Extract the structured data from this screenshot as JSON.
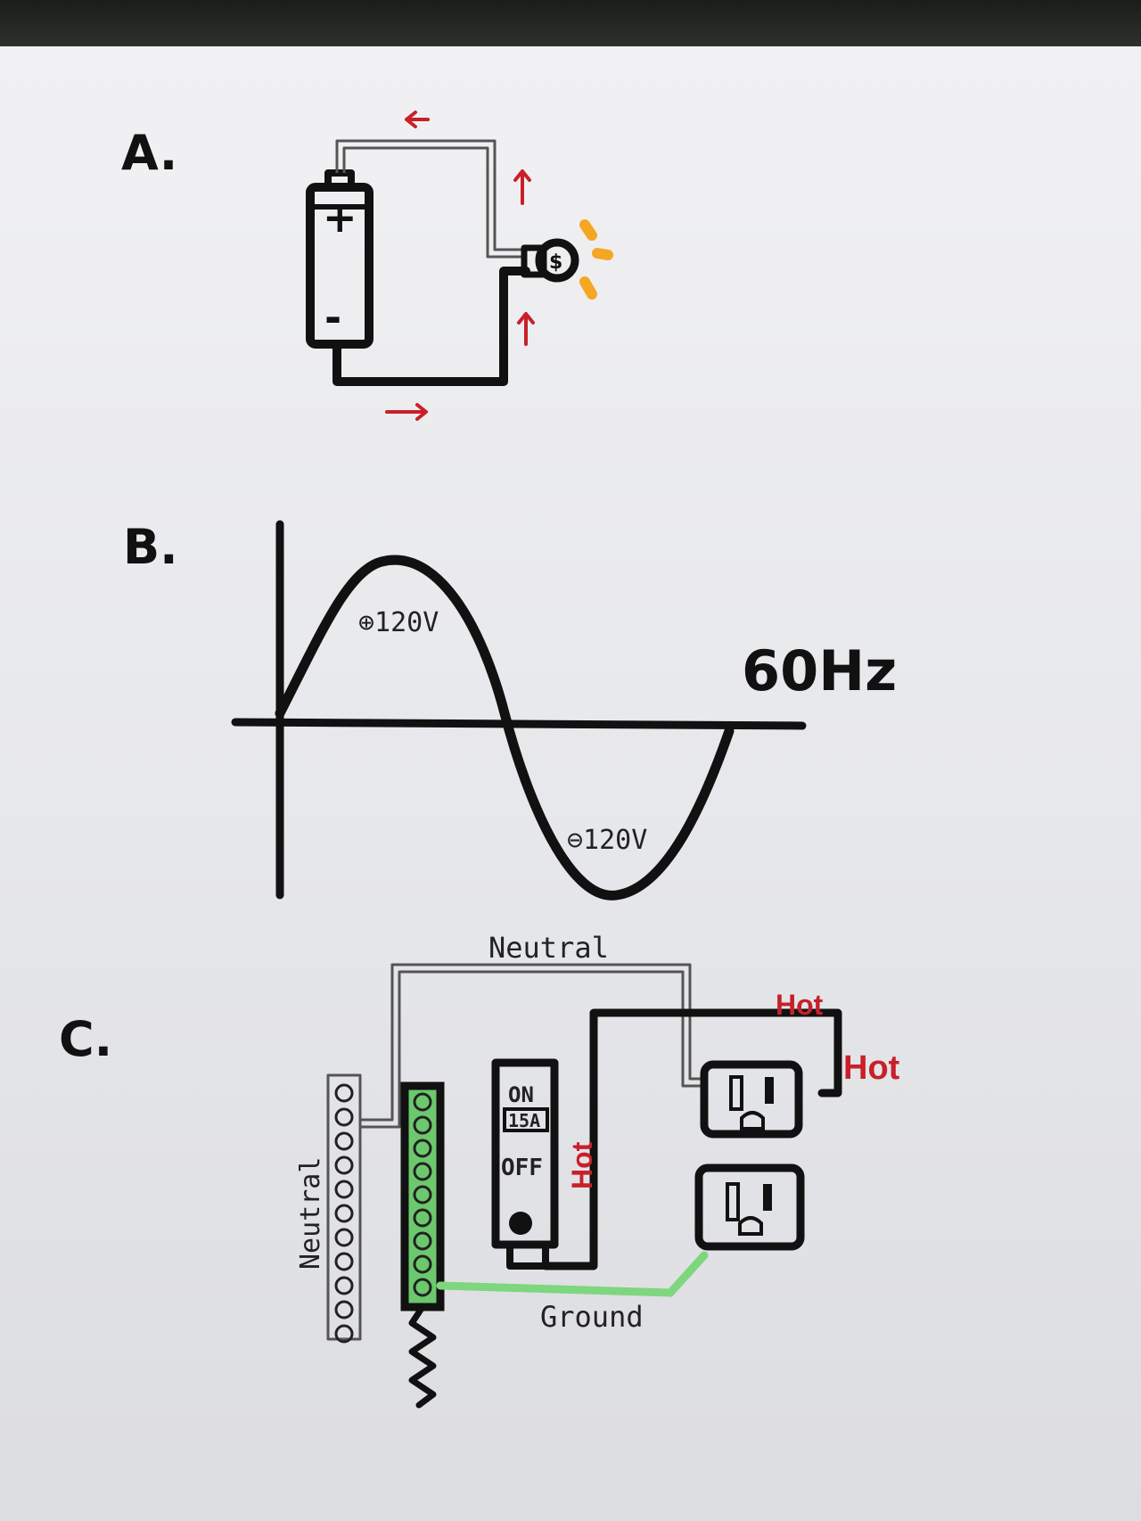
{
  "sections": {
    "a": {
      "label": "A."
    },
    "b": {
      "label": "B."
    },
    "c": {
      "label": "C."
    }
  },
  "battery": {
    "positive": "+",
    "negative": "-"
  },
  "bulb": {
    "symbol": "$"
  },
  "wave": {
    "peak_label": "⊕120V",
    "trough_label": "⊖120V",
    "frequency": "60Hz"
  },
  "panel": {
    "neutral_top": "Neutral",
    "neutral_side": "Neutral",
    "hot_top": "Hot",
    "hot_right": "Hot",
    "hot_breaker": "Hot",
    "ground": "Ground",
    "breaker_on": "ON",
    "breaker_rating": "15A",
    "breaker_off": "OFF"
  },
  "colors": {
    "ink": "#111111",
    "current_arrows": "#c8202a",
    "hot_label": "#c8202a",
    "ground_wire": "#7ed67e",
    "bulb_light": "#f5a623"
  }
}
